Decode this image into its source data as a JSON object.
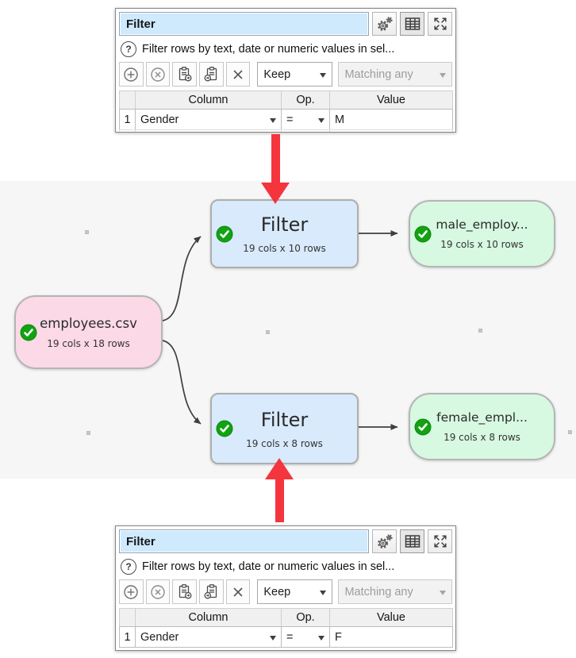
{
  "colors": {
    "title_field_bg": "#cfe9fd",
    "node_source_bg": "#fbd9e6",
    "node_transform_bg": "#d8eafb",
    "node_output_bg": "#d7f8e1",
    "status_ok_green": "#12a212",
    "annotation_arrow_red": "#f4353e",
    "canvas_bg": "#f6f6f6"
  },
  "panels": {
    "top": {
      "title": "Filter",
      "help_text": "Filter rows by text, date or numeric values in sel...",
      "toolbar": {
        "keep": "Keep",
        "matching": "Matching any"
      },
      "table": {
        "headers": {
          "column": "Column",
          "op": "Op.",
          "value": "Value"
        },
        "rows": [
          {
            "num": "1",
            "column": "Gender",
            "op": "=",
            "value": "M"
          }
        ]
      }
    },
    "bottom": {
      "title": "Filter",
      "help_text": "Filter rows by text, date or numeric values in sel...",
      "toolbar": {
        "keep": "Keep",
        "matching": "Matching any"
      },
      "table": {
        "headers": {
          "column": "Column",
          "op": "Op.",
          "value": "Value"
        },
        "rows": [
          {
            "num": "1",
            "column": "Gender",
            "op": "=",
            "value": "F"
          }
        ]
      }
    }
  },
  "diagram": {
    "nodes": {
      "source": {
        "title": "employees.csv",
        "subtitle": "19 cols x 18 rows"
      },
      "filter_top": {
        "title": "Filter",
        "subtitle": "19 cols x 10 rows"
      },
      "output_top": {
        "title": "male_employ...",
        "subtitle": "19 cols x 10 rows"
      },
      "filter_bottom": {
        "title": "Filter",
        "subtitle": "19 cols x 8 rows"
      },
      "output_bottom": {
        "title": "female_empl...",
        "subtitle": "19 cols x 8 rows"
      }
    }
  }
}
